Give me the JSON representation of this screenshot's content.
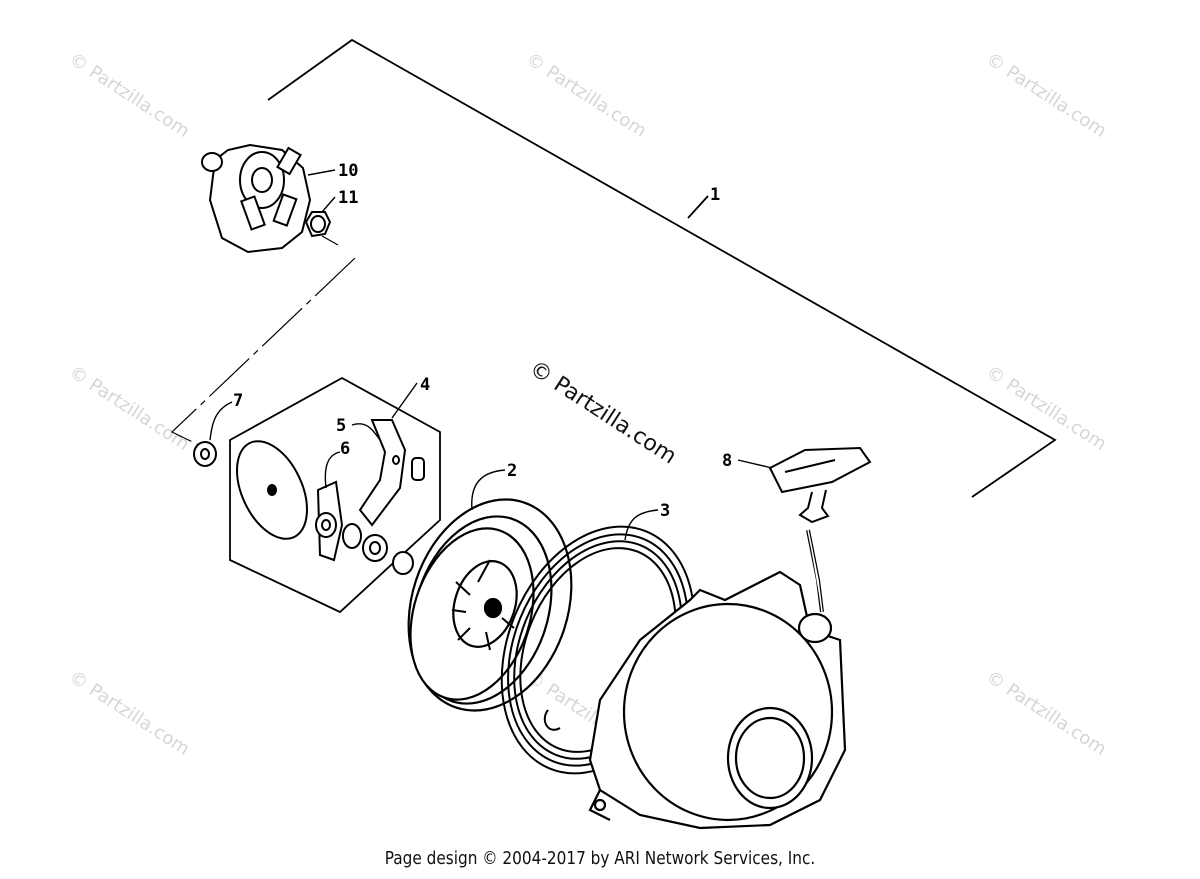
{
  "callouts": [
    {
      "num": "1"
    },
    {
      "num": "2"
    },
    {
      "num": "3"
    },
    {
      "num": "4"
    },
    {
      "num": "5"
    },
    {
      "num": "6"
    },
    {
      "num": "7"
    },
    {
      "num": "8"
    },
    {
      "num": "10"
    },
    {
      "num": "11"
    }
  ],
  "watermark": {
    "small": "© Partzilla.com",
    "center": "© Partzilla.com"
  },
  "footer": {
    "credit": "Page design © 2004-2017 by ARI Network Services, Inc."
  },
  "colors": {
    "line": "#000000",
    "watermark_light": "#d6d6d6",
    "background": "#ffffff"
  }
}
